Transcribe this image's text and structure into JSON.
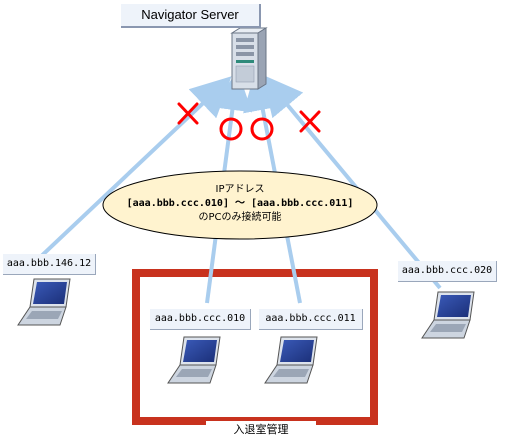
{
  "server": {
    "title": "Navigator Server"
  },
  "access_note": {
    "line1": "IPアドレス",
    "line2": "[aaa.bbb.ccc.010] ～ [aaa.bbb.ccc.011]",
    "line3": "のPCのみ接続可能"
  },
  "marks": {
    "deny": "×",
    "allow": "○"
  },
  "pcs": [
    {
      "ip": "aaa.bbb.146.12"
    },
    {
      "ip": "aaa.bbb.ccc.010"
    },
    {
      "ip": "aaa.bbb.ccc.011"
    },
    {
      "ip": "aaa.bbb.ccc.020"
    }
  ],
  "room": {
    "label": "入退室管理"
  },
  "colors": {
    "arrow": "#a9cdee",
    "deny": "#ff0000",
    "room_border": "#c8321e",
    "ellipse_fill": "#fff3cf"
  }
}
